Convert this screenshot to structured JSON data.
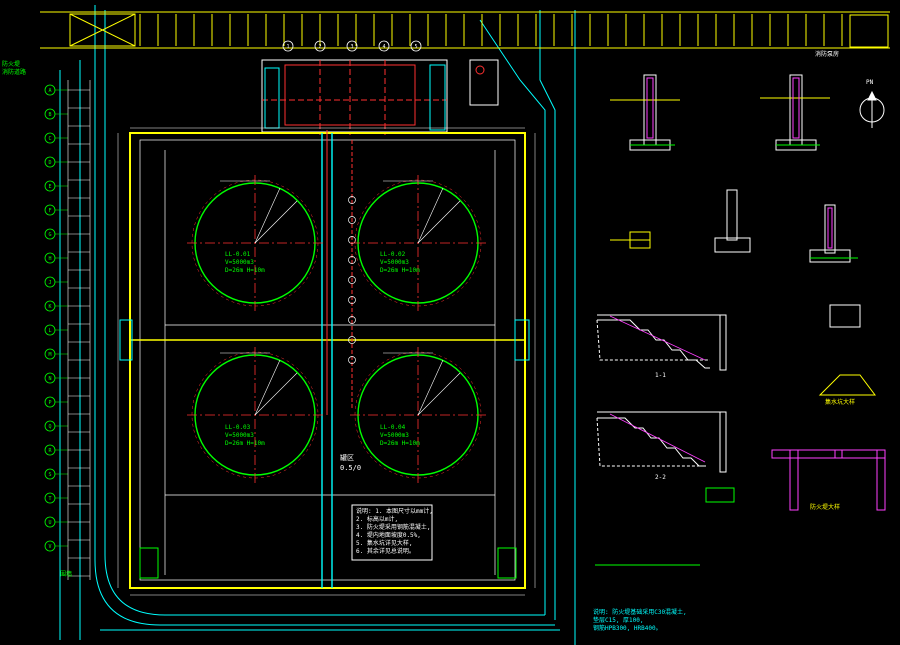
{
  "drawing": {
    "tanks": [
      {
        "code": "LL-0.01",
        "vol": "V=5000m3",
        "dim": "D=26m H=10m"
      },
      {
        "code": "LL-0.02",
        "vol": "V=5000m3",
        "dim": "D=26m H=10m"
      },
      {
        "code": "LL-0.03",
        "vol": "V=5000m3",
        "dim": "D=26m H=10m"
      },
      {
        "code": "LL-0.04",
        "vol": "V=5000m3",
        "dim": "D=26m H=10m"
      }
    ],
    "center_tag_1": "罐区",
    "center_tag_2": "0.5/0",
    "building_axis_labels": [
      "1",
      "2",
      "3",
      "4",
      "5"
    ],
    "row_axis_labels": [
      "A",
      "B",
      "C",
      "D",
      "E",
      "F",
      "G",
      "H",
      "J",
      "K",
      "L",
      "M",
      "N",
      "P",
      "Q",
      "R",
      "S",
      "T",
      "U",
      "V"
    ],
    "north_label": "PN",
    "notes_box_lines": [
      "说明: 1. 本图尺寸以mm计,",
      "2. 标高以m计,",
      "3. 防火堤采用钢筋混凝土,",
      "4. 堤内地面坡度0.5%,",
      "5. 集水坑详见大样,",
      "6. 其余详见总说明。"
    ],
    "section_labels": {
      "stair_1": "1-1",
      "stair_2": "2-2",
      "wall_detail": "防火堤大样",
      "pit_detail": "集水坑大样"
    },
    "bottom_notes": [
      "说明: 防火堤基础采用C30混凝土,",
      "垫层C15, 厚100,",
      "钢筋HPB300, HRB400。"
    ],
    "left_notes": [
      "防火堤",
      "消防道路",
      "围墙"
    ],
    "top_right_note": "消防泵房"
  },
  "colors": {
    "background": "#000000",
    "bund_wall": "#ffff00",
    "tank_circle": "#00ff00",
    "centerline": "#ff3030",
    "road": "#00ffff",
    "dimension": "#ffffff",
    "pipe": "#ff40ff"
  }
}
